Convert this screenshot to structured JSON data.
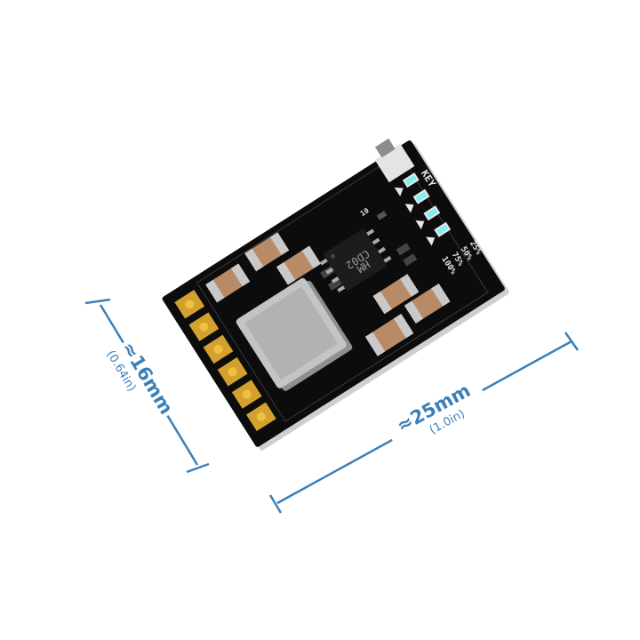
{
  "image": {
    "subject": "charging / boost PCB module",
    "colors": {
      "dimension": "#3b7fb8",
      "board": "#0c0c0c",
      "pad_gold": "#d4a030",
      "led": "#7ef0f0",
      "inductor": "#b9b9b9",
      "capacitor": "#b98a66"
    }
  },
  "dimensions": {
    "height_main": "≈16mm",
    "height_sub": "(0.64in)",
    "width_main": "≈25mm",
    "width_sub": "(1.0in)"
  },
  "board": {
    "key_label": "KEY",
    "percent_labels": [
      "100%",
      "75%",
      "50%",
      "25%"
    ],
    "chip_line1": "CD02",
    "chip_line2": "HM",
    "cap_marking": "10"
  }
}
